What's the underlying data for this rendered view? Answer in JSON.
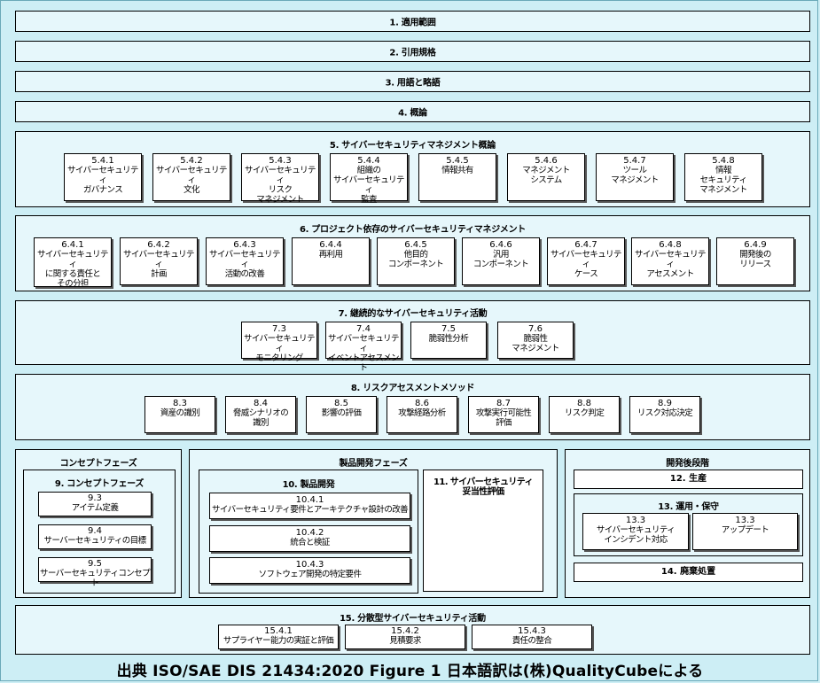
{
  "bars": {
    "s1": "1. 適用範囲",
    "s2": "2. 引用規格",
    "s3": "3. 用語と略語",
    "s4": "4. 概論"
  },
  "s5": {
    "title": "5. サイバーセキュリティマネジメント概論",
    "items": [
      {
        "num": "5.4.1",
        "label": "サイバーセキュリティ\nガバナンス"
      },
      {
        "num": "5.4.2",
        "label": "サイバーセキュリティ\n文化"
      },
      {
        "num": "5.4.3",
        "label": "サイバーセキュリティ\nリスク\nマネジメント"
      },
      {
        "num": "5.4.4",
        "label": "組織の\nサイバーセキュリティ\n監査"
      },
      {
        "num": "5.4.5",
        "label": "情報共有"
      },
      {
        "num": "5.4.6",
        "label": "マネジメント\nシステム"
      },
      {
        "num": "5.4.7",
        "label": "ツール\nマネジメント"
      },
      {
        "num": "5.4.8",
        "label": "情報\nセキュリティ\nマネジメント"
      }
    ]
  },
  "s6": {
    "title": "6. プロジェクト依存のサイバーセキュリティマネジメント",
    "items": [
      {
        "num": "6.4.1",
        "label": "サイバーセキュリティ\nに関する責任と\nその分担"
      },
      {
        "num": "6.4.2",
        "label": "サイバーセキュリティ\n計画"
      },
      {
        "num": "6.4.3",
        "label": "サイバーセキュリティ\n活動の改善"
      },
      {
        "num": "6.4.4",
        "label": "再利用"
      },
      {
        "num": "6.4.5",
        "label": "他目的\nコンポーネント"
      },
      {
        "num": "6.4.6",
        "label": "汎用\nコンポーネント"
      },
      {
        "num": "6.4.7",
        "label": "サイバーセキュリティ\nケース"
      },
      {
        "num": "6.4.8",
        "label": "サイバーセキュリティ\nアセスメント"
      },
      {
        "num": "6.4.9",
        "label": "開発後の\nリリース"
      }
    ]
  },
  "s7": {
    "title": "7. 継続的なサイバーセキュリティ活動",
    "items": [
      {
        "num": "7.3",
        "label": "サイバーセキュリティ\nモニタリング"
      },
      {
        "num": "7.4",
        "label": "サイバーセキュリティ\nイベントアセスメント"
      },
      {
        "num": "7.5",
        "label": "脆弱性分析"
      },
      {
        "num": "7.6",
        "label": "脆弱性\nマネジメント"
      }
    ]
  },
  "s8": {
    "title": "8. リスクアセスメントメソッド",
    "items": [
      {
        "num": "8.3",
        "label": "資産の識別"
      },
      {
        "num": "8.4",
        "label": "脅威シナリオの\n識別"
      },
      {
        "num": "8.5",
        "label": "影響の評価"
      },
      {
        "num": "8.6",
        "label": "攻撃経路分析"
      },
      {
        "num": "8.7",
        "label": "攻撃実行可能性\n評価"
      },
      {
        "num": "8.8",
        "label": "リスク判定"
      },
      {
        "num": "8.9",
        "label": "リスク対応決定"
      }
    ]
  },
  "concept": {
    "phase_title": "コンセプトフェーズ",
    "title": "9. コンセプトフェーズ",
    "items": [
      {
        "num": "9.3",
        "label": "アイテム定義"
      },
      {
        "num": "9.4",
        "label": "サーバーセキュリティの目標"
      },
      {
        "num": "9.5",
        "label": "サーバーセキュリティコンセプト"
      }
    ]
  },
  "product": {
    "phase_title": "製品開発フェーズ",
    "title": "10. 製品開発",
    "items": [
      {
        "num": "10.4.1",
        "label": "サイバーセキュリティ要件とアーキテクチャ設計の改善"
      },
      {
        "num": "10.4.2",
        "label": "統合と検証"
      },
      {
        "num": "10.4.3",
        "label": "ソフトウェア開発の特定要件"
      }
    ],
    "validation_title": "11.  サイバーセキュリティ\n妥当性評価"
  },
  "post": {
    "phase_title": "開発後段階",
    "production": "12. 生産",
    "ops_title": "13. 運用・保守",
    "ops_items": [
      {
        "num": "13.3",
        "label": "サイバーセキュリティ\nインシデント対応"
      },
      {
        "num": "13.3",
        "label": "アップデート"
      }
    ],
    "disposal": "14. 廃棄処置"
  },
  "s15": {
    "title": "15. 分散型サイバーセキュリティ活動",
    "items": [
      {
        "num": "15.4.1",
        "label": "サプライヤー能力の実証と評価"
      },
      {
        "num": "15.4.2",
        "label": "見積要求"
      },
      {
        "num": "15.4.3",
        "label": "責任の整合"
      }
    ]
  },
  "source": "出典 ISO/SAE DIS 21434:2020 Figure 1  日本語訳は(株)QualityCubeによる"
}
